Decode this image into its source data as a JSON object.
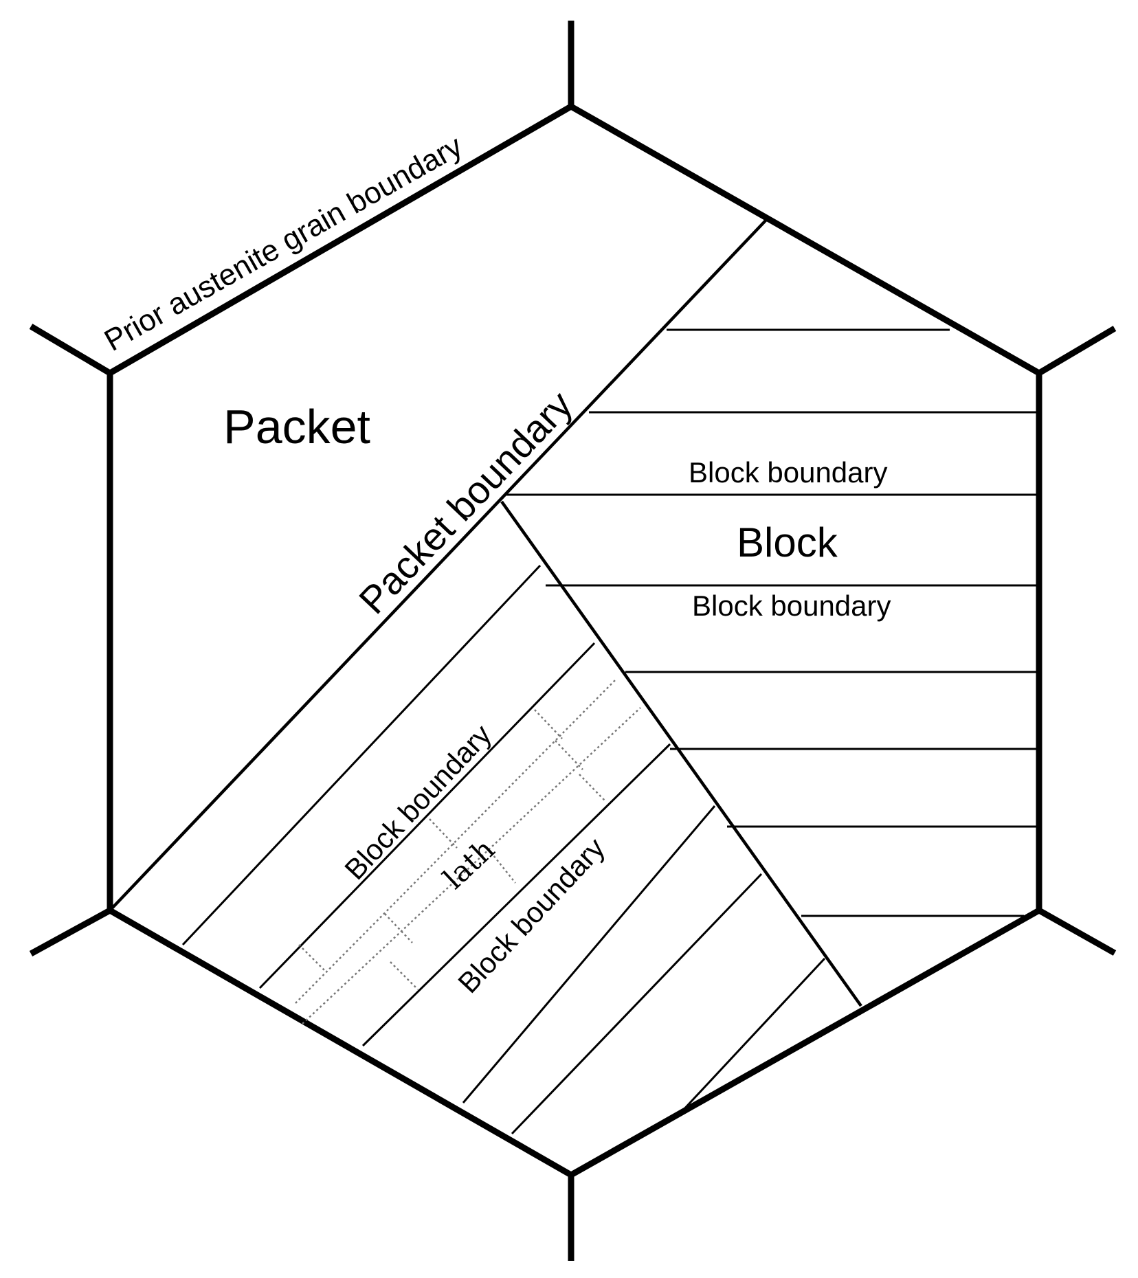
{
  "diagram": {
    "labels": {
      "prior_austenite_grain_boundary": "Prior austenite grain boundary",
      "packet": "Packet",
      "packet_boundary": "Packet boundary",
      "block_boundary_upper": "Block boundary",
      "block": "Block",
      "block_boundary_lower": "Block boundary",
      "block_boundary_diag_1": "Block boundary",
      "lath": "lath",
      "block_boundary_diag_2": "Block boundary"
    },
    "colors": {
      "line": "#000000",
      "lath_dotted": "#777777",
      "background": "#ffffff"
    }
  }
}
